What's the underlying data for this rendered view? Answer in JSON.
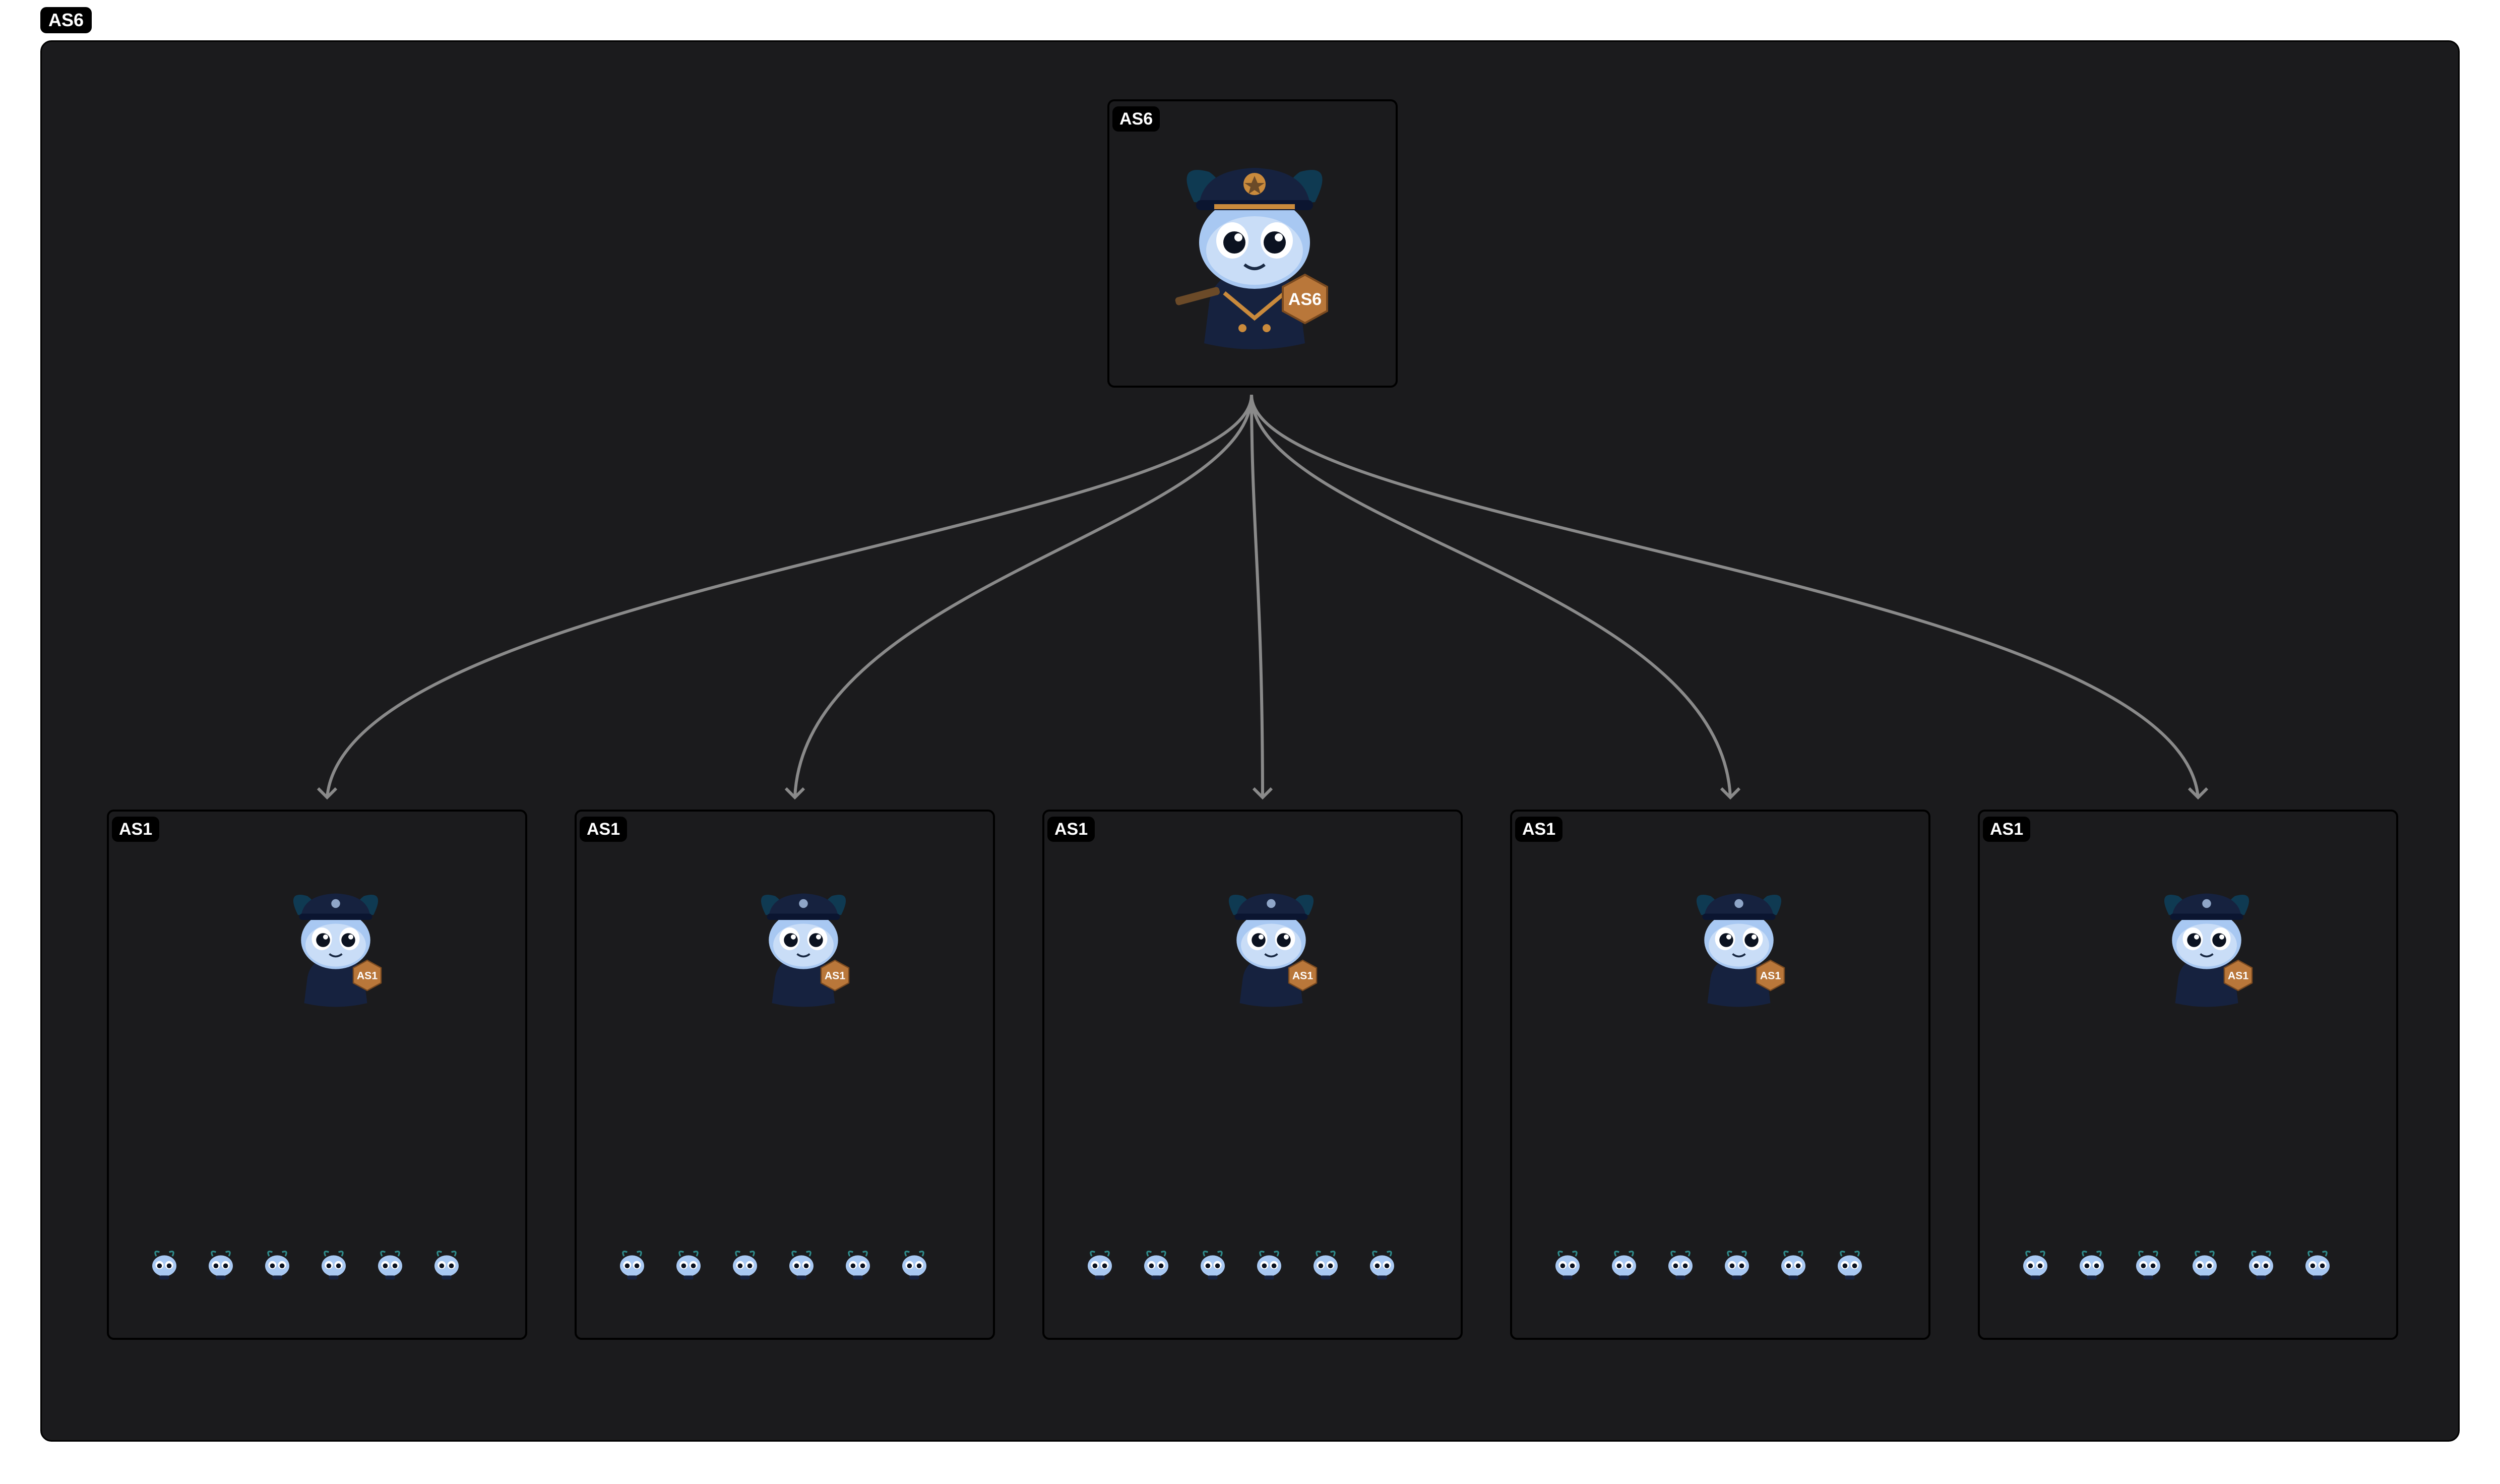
{
  "outer_label": "AS6",
  "root": {
    "label": "AS6",
    "badge": "AS6"
  },
  "children": [
    {
      "label": "AS1",
      "badge": "AS1",
      "leaves": 6
    },
    {
      "label": "AS1",
      "badge": "AS1",
      "leaves": 6
    },
    {
      "label": "AS1",
      "badge": "AS1",
      "leaves": 6
    },
    {
      "label": "AS1",
      "badge": "AS1",
      "leaves": 6
    },
    {
      "label": "AS1",
      "badge": "AS1",
      "leaves": 6
    }
  ],
  "colors": {
    "canvas": "#1b1b1d",
    "edge": "#8a8a8a",
    "tag_bg": "#000000",
    "hat": "#16223f",
    "badge": "#b9773a"
  },
  "icons": {
    "root": "commander-bee-avatar",
    "child": "officer-bee-avatar",
    "leaf": "worker-bee-icon"
  }
}
